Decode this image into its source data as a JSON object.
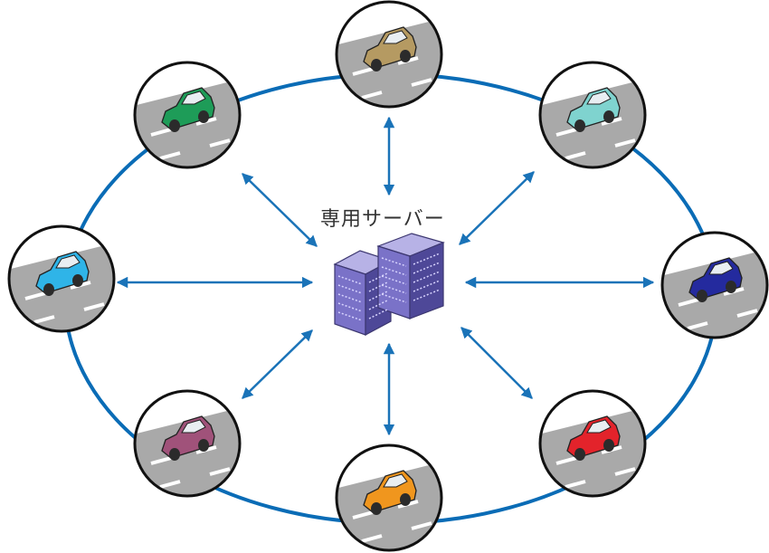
{
  "diagram": {
    "server_label": "専用サーバー",
    "colors": {
      "ring": "#0a6cb6",
      "arrow": "#1a73b8",
      "road": "#a9a9a9",
      "server": "#7a72c8"
    },
    "vehicles": [
      {
        "name": "vehicle-top",
        "color": "#b59a62"
      },
      {
        "name": "vehicle-top-right",
        "color": "#7fd3cf"
      },
      {
        "name": "vehicle-right",
        "color": "#242a9e"
      },
      {
        "name": "vehicle-bottom-right",
        "color": "#e3232b"
      },
      {
        "name": "vehicle-bottom",
        "color": "#f0961e"
      },
      {
        "name": "vehicle-bottom-left",
        "color": "#a0527a"
      },
      {
        "name": "vehicle-left",
        "color": "#2fb4e8"
      },
      {
        "name": "vehicle-top-left",
        "color": "#1e9c58"
      }
    ]
  }
}
